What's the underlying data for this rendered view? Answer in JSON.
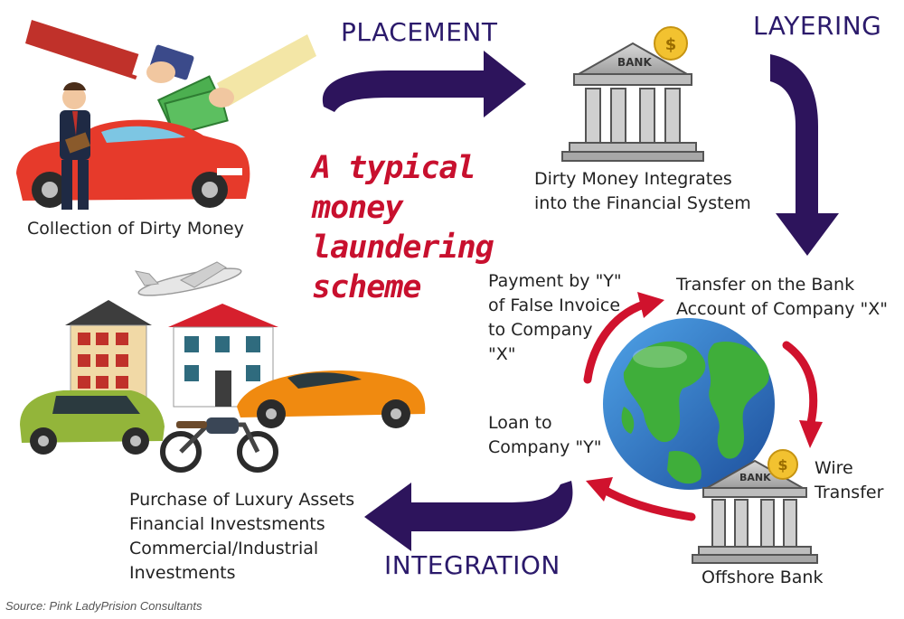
{
  "stages": {
    "placement": "PLACEMENT",
    "layering": "LAYERING",
    "integration": "INTEGRATION"
  },
  "title": [
    "A typical",
    "money",
    "laundering",
    "scheme"
  ],
  "labels": {
    "collection": "Collection of Dirty Money",
    "integrates": [
      "Dirty Money Integrates",
      "into the Financial System"
    ],
    "transfer": [
      "Transfer on the Bank",
      "Account of Company \"X\""
    ],
    "payment": [
      "Payment by \"Y\"",
      "of False Invoice",
      "to Company",
      "\"X\""
    ],
    "loan": [
      "Loan to",
      "Company \"Y\""
    ],
    "wire": [
      "Wire",
      "Transfer"
    ],
    "offshore": "Offshore Bank",
    "assets": [
      "Purchase of Luxury Assets",
      "Financial Investsments",
      "Commercial/Industrial",
      "Investments"
    ]
  },
  "bank_sign": "BANK",
  "source": "Source: Pink LadyPrision Consultants",
  "colors": {
    "stage_arrow": "#2d145c",
    "cycle_arrow": "#d0122d",
    "title": "#c8102e"
  }
}
